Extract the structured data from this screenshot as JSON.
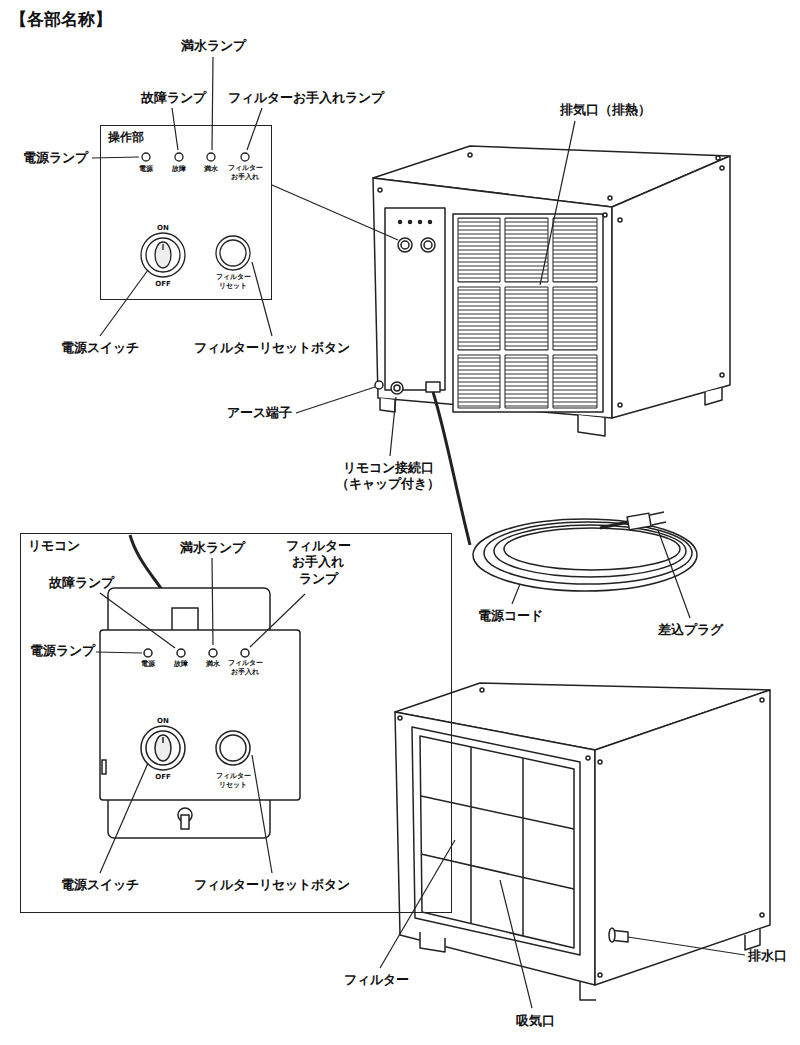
{
  "diagram": {
    "title": "【各部名称】",
    "nodes": [
      {
        "text": [
          "操作部"
        ]
      },
      {
        "text": [
          "リモコン"
        ]
      }
    ],
    "labels": [
      "満水ランプ",
      "故障ランプ",
      "フィルターお手入れランプ",
      "電源ランプ",
      "電源",
      "故障",
      "満水",
      "フィルター お手入れ",
      "ON",
      "OFF",
      "フィルター リセット",
      "電源スイッチ",
      "フィルターリセットボタン",
      "排気口（排熱）",
      "アース端子",
      "リモコン接続口 （キャップ付き）",
      "電源コード",
      "差込プラグ",
      "満水ランプ",
      "フィルター お手入れ ランプ",
      "故障ランプ",
      "電源ランプ",
      "電源",
      "故障",
      "満水",
      "フィルター お手入れ",
      "ON",
      "OFF",
      "フィルター リセット",
      "電源スイッチ",
      "フィルターリセットボタン",
      "フィルター",
      "吸気口",
      "排水口"
    ]
  }
}
